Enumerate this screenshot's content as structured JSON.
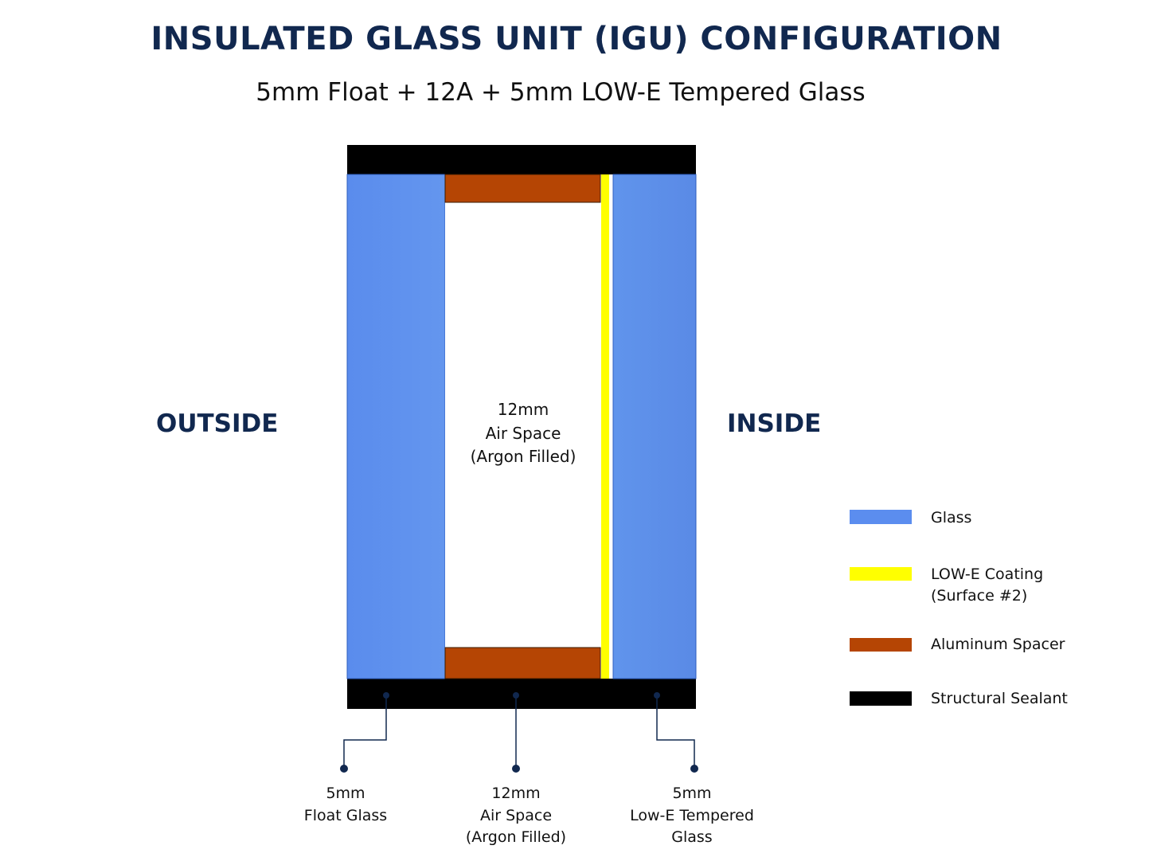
{
  "header": {
    "title": "INSULATED GLASS UNIT (IGU) CONFIGURATION",
    "subtitle": "5mm Float + 12A + 5mm LOW-E Tempered Glass"
  },
  "sides": {
    "outside": "OUTSIDE",
    "inside": "INSIDE"
  },
  "diagram": {
    "center_label": [
      "12mm",
      "Air Space",
      "(Argon Filled)"
    ]
  },
  "callouts": [
    {
      "lines": [
        "5mm",
        "Float Glass"
      ]
    },
    {
      "lines": [
        "12mm",
        "Air Space",
        "(Argon Filled)"
      ]
    },
    {
      "lines": [
        "5mm",
        "Low-E Tempered",
        "Glass"
      ]
    }
  ],
  "legend": [
    {
      "label_line1": "Glass",
      "label_line2": "",
      "color": "#5b8def"
    },
    {
      "label_line1": "LOW-E Coating",
      "label_line2": "(Surface #2)",
      "color": "#ffff00"
    },
    {
      "label_line1": "Aluminum Spacer",
      "label_line2": "",
      "color": "#b54504"
    },
    {
      "label_line1": "Structural Sealant",
      "label_line2": "",
      "color": "#000000"
    }
  ],
  "colors": {
    "glass": "#5b8def",
    "low_e": "#ffff00",
    "spacer": "#b54504",
    "sealant": "#000000",
    "callout_line": "#11284f",
    "heading": "#11284f"
  }
}
